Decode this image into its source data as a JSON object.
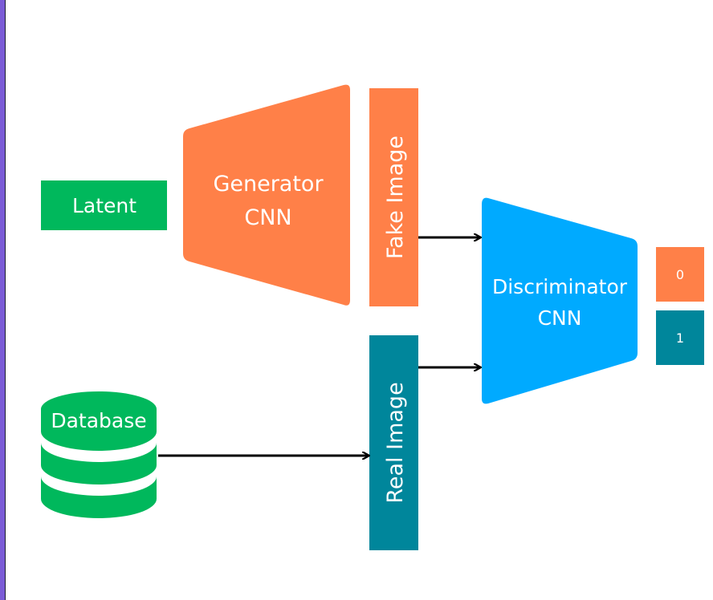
{
  "colors": {
    "latent": "#00b85c",
    "generator": "#ff8048",
    "fake_image": "#ff8048",
    "real_image": "#00869b",
    "discriminator": "#00aaff",
    "database": "#00b85c",
    "output_0": "#ff8048",
    "output_1": "#00869b",
    "arrow": "#000000",
    "frame_border": "#7b5bd6"
  },
  "nodes": {
    "latent": {
      "label": "Latent"
    },
    "generator": {
      "line1": "Generator",
      "line2": "CNN"
    },
    "fake_image": {
      "label": "Fake Image"
    },
    "real_image": {
      "label": "Real Image"
    },
    "discriminator": {
      "line1": "Discriminator",
      "line2": "CNN"
    },
    "database": {
      "label": "Database",
      "icon": "database-icon"
    },
    "output_0": {
      "label": "0"
    },
    "output_1": {
      "label": "1"
    }
  },
  "edges": [
    {
      "from": "fake_image",
      "to": "discriminator"
    },
    {
      "from": "real_image",
      "to": "discriminator"
    },
    {
      "from": "database",
      "to": "real_image"
    }
  ]
}
